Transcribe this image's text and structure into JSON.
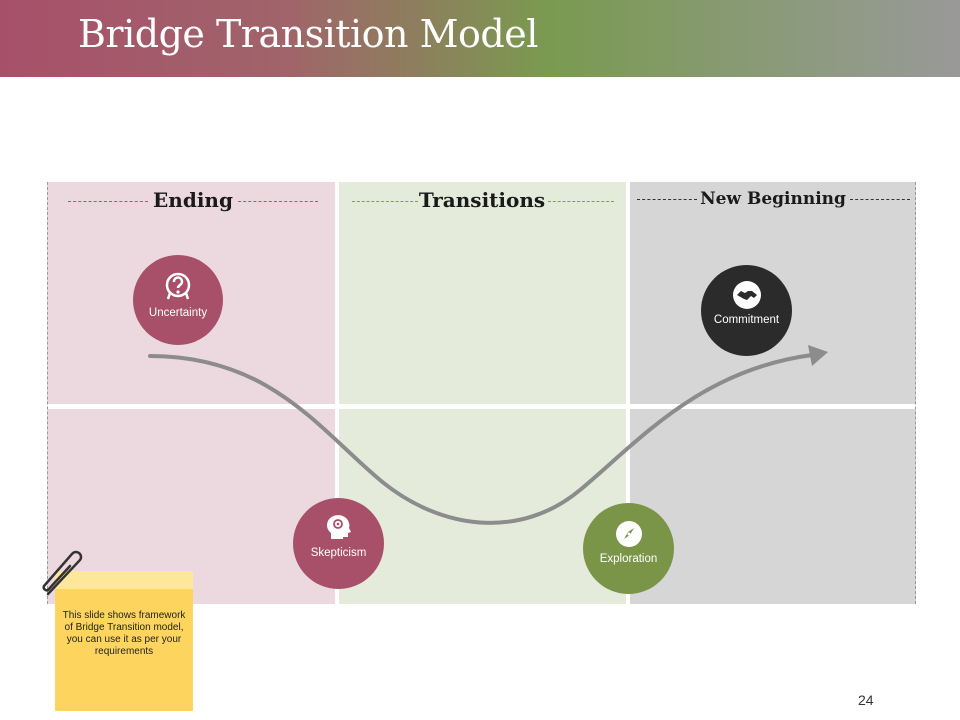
{
  "slide": {
    "title": "Bridge Transition Model",
    "page_number": "24"
  },
  "columns": [
    {
      "title": "Ending",
      "color": "#ecd9e0",
      "line_color": "#c0506a"
    },
    {
      "title": "Transitions",
      "color": "#e5ebdb",
      "line_color": "#7aa050"
    },
    {
      "title": "New Beginning",
      "color": "#d6d6d6",
      "line_color": "#333333"
    }
  ],
  "stages": [
    {
      "label": "Uncertainty",
      "icon": "question-head-icon",
      "color": "#a8506a"
    },
    {
      "label": "Skepticism",
      "icon": "brain-head-icon",
      "color": "#a8506a"
    },
    {
      "label": "Exploration",
      "icon": "compass-icon",
      "color": "#7b9548"
    },
    {
      "label": "Commitment",
      "icon": "handshake-icon",
      "color": "#2b2b2b"
    }
  ],
  "note": {
    "text": "This slide shows framework of Bridge Transition model, you can use it as per your requirements"
  }
}
